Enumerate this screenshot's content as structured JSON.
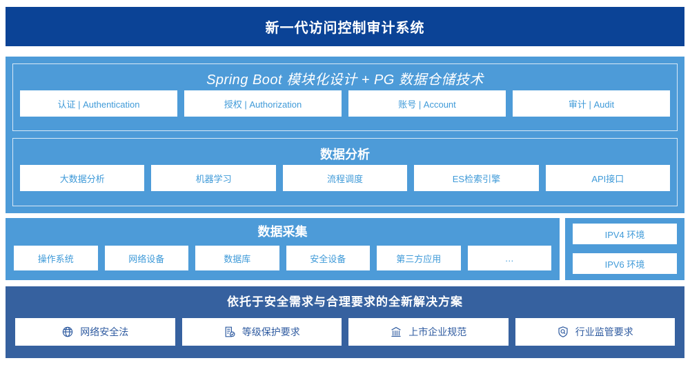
{
  "header": {
    "title": "新一代访问控制审计系统",
    "bg_color": "#0b4396"
  },
  "colors": {
    "panel_blue": "#4d9bd8",
    "bottom_blue": "#36619f",
    "chip_text_blue": "#3f9ad8",
    "chip_text_navy": "#2f5ba0",
    "chip_bg": "#ffffff"
  },
  "tech_section": {
    "framework": {
      "title": "Spring Boot 模块化设计 + PG 数据仓储技术",
      "items": [
        {
          "label": "认证 | Authentication"
        },
        {
          "label": "授权 | Authorization"
        },
        {
          "label": "账号 | Account"
        },
        {
          "label": "审计 | Audit"
        }
      ]
    },
    "analysis": {
      "title": "数据分析",
      "items": [
        {
          "label": "大数据分析"
        },
        {
          "label": "机器学习"
        },
        {
          "label": "流程调度"
        },
        {
          "label": "ES检索引擎"
        },
        {
          "label": "API接口"
        }
      ]
    }
  },
  "collect_section": {
    "title": "数据采集",
    "items": [
      {
        "label": "操作系统"
      },
      {
        "label": "网络设备"
      },
      {
        "label": "数据库"
      },
      {
        "label": "安全设备"
      },
      {
        "label": "第三方应用"
      },
      {
        "label": "…"
      }
    ]
  },
  "ipv_section": {
    "items": [
      {
        "label": "IPV4 环境"
      },
      {
        "label": "IPV6 环境"
      }
    ]
  },
  "bottom_section": {
    "title": "依托于安全需求与合理要求的全新解决方案",
    "items": [
      {
        "label": "网络安全法",
        "icon": "globe-icon"
      },
      {
        "label": "等级保护要求",
        "icon": "document-check-icon"
      },
      {
        "label": "上市企业规范",
        "icon": "bank-building-icon"
      },
      {
        "label": "行业监管要求",
        "icon": "shield-search-icon"
      }
    ]
  }
}
